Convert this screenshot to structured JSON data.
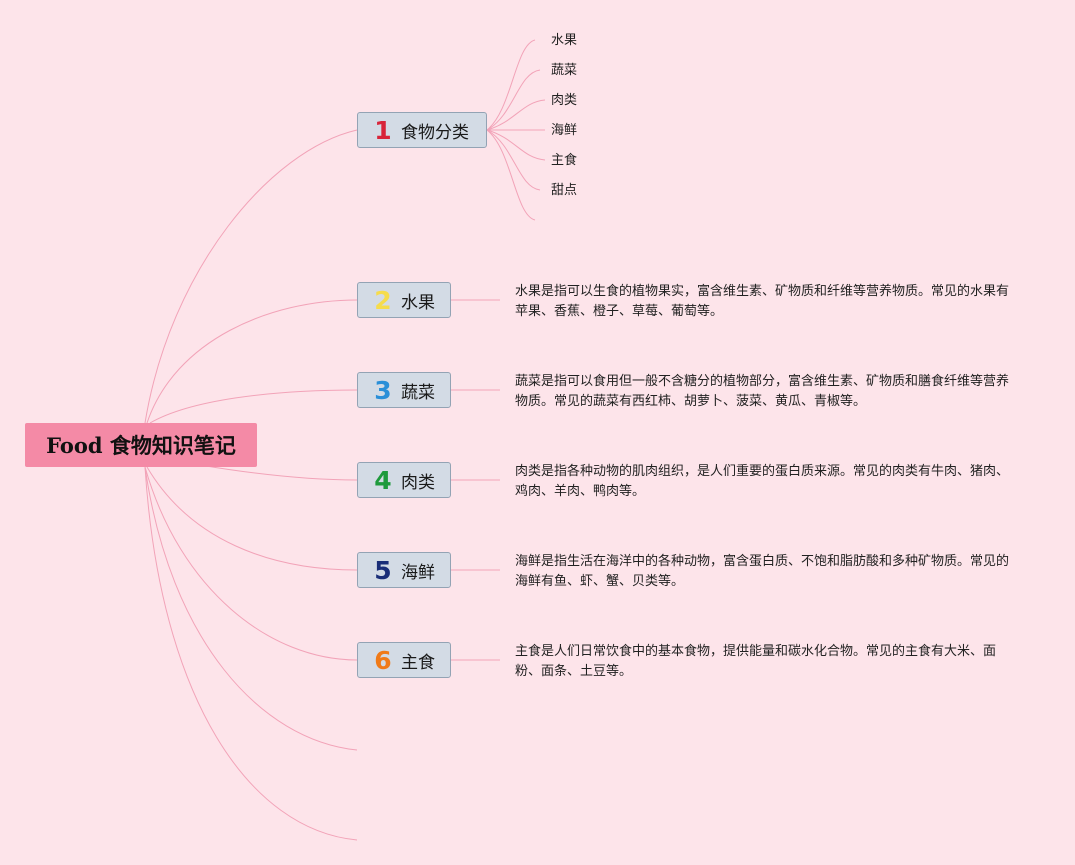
{
  "root": {
    "title": "Food 食物知识笔记"
  },
  "topics": [
    {
      "number": "1",
      "label": "食物分类",
      "color": "#d8243a",
      "subtopics": [
        "水果",
        "蔬菜",
        "肉类",
        "海鲜",
        "主食",
        "甜点"
      ]
    },
    {
      "number": "2",
      "label": "水果",
      "color": "#f6dc4c",
      "description": "水果是指可以生食的植物果实，富含维生素、矿物质和纤维等营养物质。常见的水果有苹果、香蕉、橙子、草莓、葡萄等。"
    },
    {
      "number": "3",
      "label": "蔬菜",
      "color": "#2a8fd8",
      "description": "蔬菜是指可以食用但一般不含糖分的植物部分，富含维生素、矿物质和膳食纤维等营养物质。常见的蔬菜有西红柿、胡萝卜、菠菜、黄瓜、青椒等。"
    },
    {
      "number": "4",
      "label": "肉类",
      "color": "#1e9a3c",
      "description": "肉类是指各种动物的肌肉组织，是人们重要的蛋白质来源。常见的肉类有牛肉、猪肉、鸡肉、羊肉、鸭肉等。"
    },
    {
      "number": "5",
      "label": "海鲜",
      "color": "#1a2e78",
      "description": "海鲜是指生活在海洋中的各种动物，富含蛋白质、不饱和脂肪酸和多种矿物质。常见的海鲜有鱼、虾、蟹、贝类等。"
    },
    {
      "number": "6",
      "label": "主食",
      "color": "#f07a18",
      "description": "主食是人们日常饮食中的基本食物，提供能量和碳水化合物。常见的主食有大米、面粉、面条、土豆等。"
    }
  ],
  "colors": {
    "background": "#fde4ea",
    "root_fill": "#f48aa6",
    "topic_fill": "#d3dbe5",
    "topic_border": "#93a3b4",
    "connector": "#f2a3b8"
  }
}
